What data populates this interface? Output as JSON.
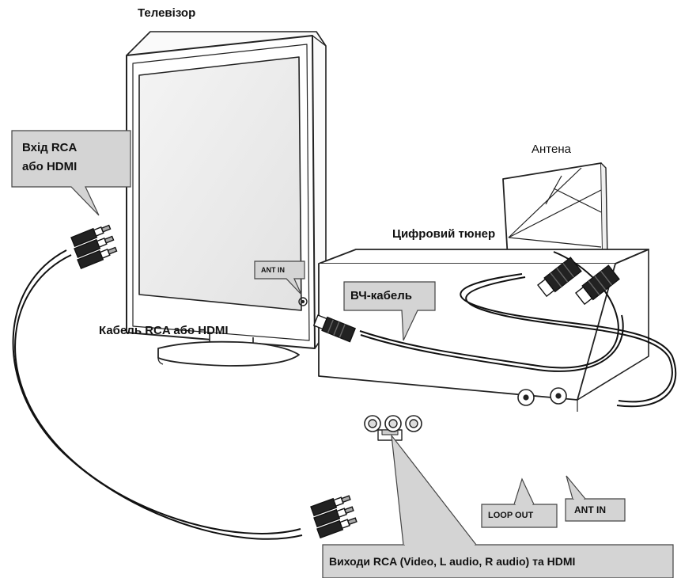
{
  "labels": {
    "tv": "Телевізор",
    "antenna": "Антена",
    "tuner": "Цифровий тюнер",
    "cable_rca_hdmi": "Кабель RCA або HDMI",
    "rf_cable": "ВЧ-кабель",
    "tv_input_line1": "Вхід RCA",
    "tv_input_line2": "або HDMI",
    "tv_ant_in": "ANT IN",
    "tuner_ant_in": "ANT IN",
    "loop_out": "LOOP OUT",
    "outputs": "Виходи RCA (Video, L audio, R audio) та HDMI"
  },
  "icons": [
    "tv-icon",
    "antenna-icon",
    "tuner-icon",
    "rca-plug-icon",
    "coax-plug-icon"
  ]
}
